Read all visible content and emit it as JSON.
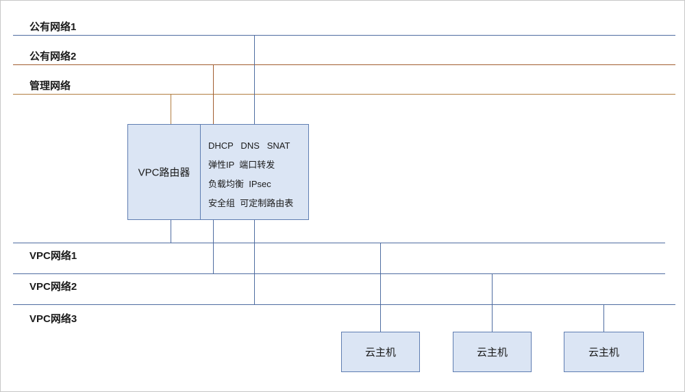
{
  "colors": {
    "line-blue": "#4c6a9f",
    "line-brown-mgmt": "#b07c3e",
    "line-brown-pub2": "#a05a2c",
    "box-fill": "#dbe5f4",
    "box-border": "#5c7bb0"
  },
  "top_networks": [
    {
      "label": "公有网络1"
    },
    {
      "label": "公有网络2"
    },
    {
      "label": "管理网络"
    }
  ],
  "router": {
    "label": "VPC路由器",
    "features": [
      "DHCP   DNS   SNAT",
      "弹性IP  端口转发",
      "负载均衡  IPsec",
      "安全组  可定制路由表"
    ]
  },
  "vpc_networks": [
    {
      "label": "VPC网络1"
    },
    {
      "label": "VPC网络2"
    },
    {
      "label": "VPC网络3"
    }
  ],
  "hosts": [
    {
      "label": "云主机"
    },
    {
      "label": "云主机"
    },
    {
      "label": "云主机"
    }
  ]
}
